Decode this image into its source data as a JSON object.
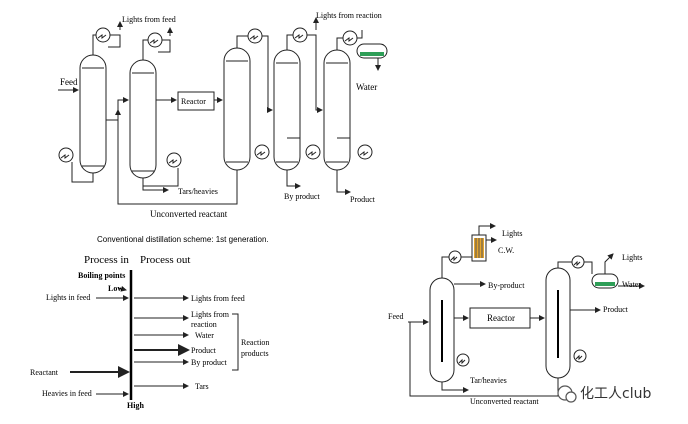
{
  "scheme1": {
    "feed": "Feed",
    "lights_from_feed": "Lights from feed",
    "reactor": "Reactor",
    "lights_from_reaction": "Lights from reaction",
    "water": "Water",
    "tars_heavies": "Tars/heavies",
    "by_product": "By product",
    "product": "Product",
    "unconverted_reactant": "Unconverted reactant"
  },
  "caption": "Conventional distillation scheme: 1st generation.",
  "boiling_diagram": {
    "process_in": "Process in",
    "process_out": "Process out",
    "boiling_points": "Boiling points",
    "low": "Low",
    "high": "High",
    "inputs": [
      "Lights in feed",
      "Reactant",
      "Heavies in feed"
    ],
    "outputs": [
      "Lights from feed",
      "Lights from",
      "reaction",
      "Water",
      "Product",
      "By product",
      "Tars"
    ],
    "group_label": [
      "Reaction",
      "products"
    ]
  },
  "scheme2": {
    "lights_1": "Lights",
    "cw": "C.W.",
    "by_product": "By-product",
    "feed": "Feed",
    "reactor": "Reactor",
    "lights_2": "Lights",
    "water": "Water",
    "product": "Product",
    "tar_heavies": "Tar/heavies",
    "unconverted_reactant": "Unconverted reactant"
  },
  "watermark": "化工人club",
  "colors": {
    "condenser_green": "#2e9e57",
    "line": "#222222"
  }
}
